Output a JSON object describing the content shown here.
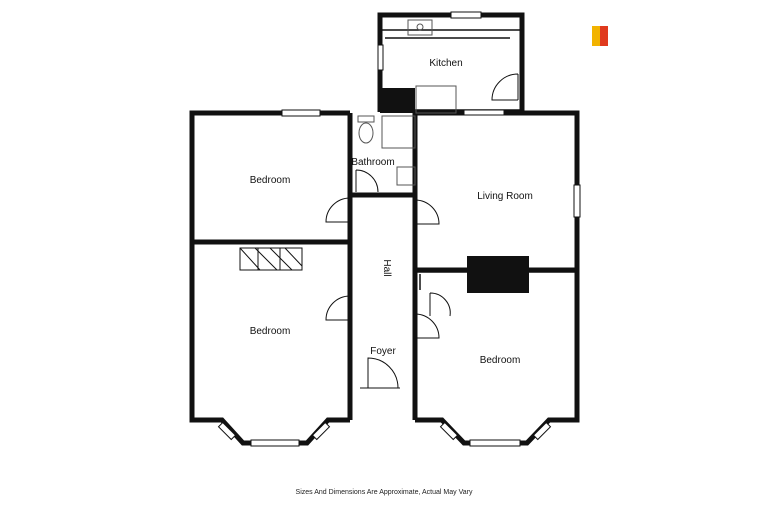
{
  "rooms": {
    "kitchen": "Kitchen",
    "bedroom_top": "Bedroom",
    "bathroom": "Bathroom",
    "living_room": "Living Room",
    "hall": "Hall",
    "bedroom_bottom_left": "Bedroom",
    "bedroom_bottom_right": "Bedroom",
    "foyer": "Foyer"
  },
  "disclaimer": "Sizes And Dimensions Are Approximate, Actual May Vary",
  "logo": {
    "text": "",
    "colors": [
      "#f2b300",
      "#e03a1e"
    ]
  },
  "colors": {
    "wall": "#111111",
    "fixture": "#555555",
    "window": "#cfcfcf"
  }
}
